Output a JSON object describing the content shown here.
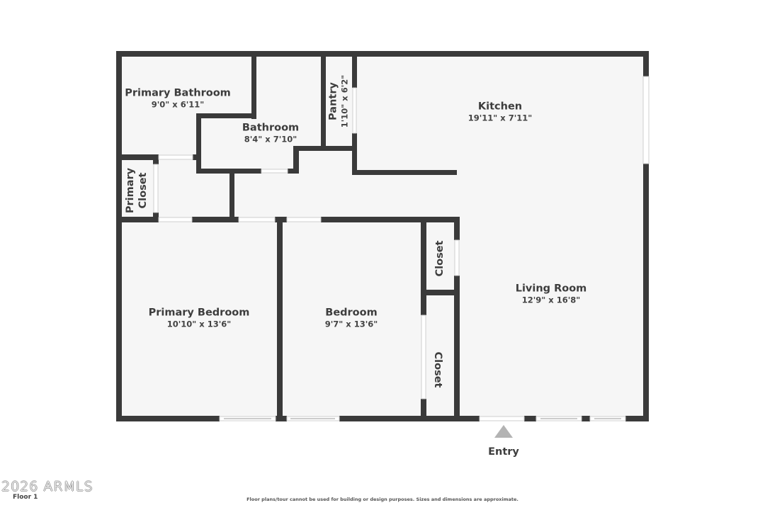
{
  "plan": {
    "floor": "Floor 1",
    "wall_color": "#3a3a3a",
    "floor_color": "#f6f6f6",
    "entry_marker_color": "#b3b3b3",
    "rooms": [
      {
        "id": "primary-bathroom",
        "name": "Primary Bathroom",
        "dims": "9'0\" x 6'11\""
      },
      {
        "id": "bathroom",
        "name": "Bathroom",
        "dims": "8'4\" x 7'10\""
      },
      {
        "id": "pantry",
        "name": "Pantry",
        "dims": "1'10\" x 6'2\""
      },
      {
        "id": "kitchen",
        "name": "Kitchen",
        "dims": "19'11\" x 7'11\""
      },
      {
        "id": "primary-closet",
        "name": "Primary Closet",
        "line1": "Primary",
        "line2": "Closet"
      },
      {
        "id": "living-room",
        "name": "Living Room",
        "dims": "12'9\" x 16'8\""
      },
      {
        "id": "primary-bedroom",
        "name": "Primary Bedroom",
        "dims": "10'10\" x 13'6\""
      },
      {
        "id": "bedroom",
        "name": "Bedroom",
        "dims": "9'7\" x 13'6\""
      },
      {
        "id": "closet-upper",
        "name": "Closet"
      },
      {
        "id": "closet-lower",
        "name": "Closet"
      }
    ],
    "entry_label": "Entry"
  },
  "footer": {
    "watermark": "2026 ARMLS",
    "floor_label": "Floor 1",
    "disclaimer": "Floor plans/tour cannot be used for building or design purposes. Sizes and dimensions are approximate."
  }
}
